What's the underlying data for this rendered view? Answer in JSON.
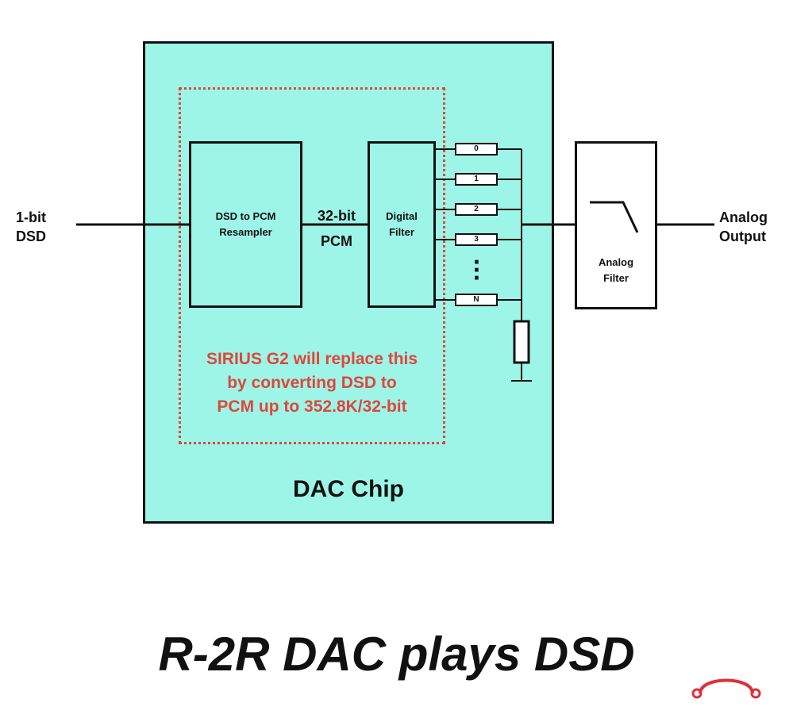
{
  "input_label": [
    "1-bit",
    "DSD"
  ],
  "output_label": [
    "Analog",
    "Output"
  ],
  "chip_label": "DAC Chip",
  "resampler": [
    "DSD to PCM",
    "Resampler"
  ],
  "pcm_label": [
    "32-bit",
    "PCM"
  ],
  "digital_filter": [
    "Digital",
    "Filter"
  ],
  "analog_filter": [
    "Analog",
    "Filter"
  ],
  "resistors": [
    "0",
    "1",
    "2",
    "3",
    "N"
  ],
  "note": [
    "SIRIUS G2 will replace this",
    "by converting DSD to",
    "PCM up to 352.8K/32-bit"
  ],
  "caption": "R-2R DAC plays DSD",
  "colors": {
    "chip_fill": "#9df5e8",
    "note_red": "#e0463a",
    "logo_red": "#e0303a"
  },
  "icons": {
    "logo": "headphones-logo-icon",
    "filter": "lowpass-curve-icon",
    "ellipsis": "vertical-dots-icon"
  }
}
